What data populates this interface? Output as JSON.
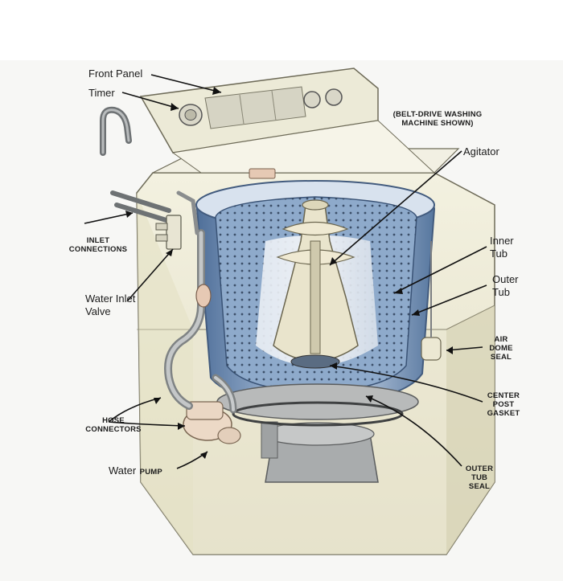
{
  "labels": {
    "front_panel": "Front Panel",
    "timer": "Timer",
    "note_line1": "(BELT-DRIVE WASHING",
    "note_line2": "MACHINE SHOWN)",
    "agitator": "Agitator",
    "inlet_line1": "INLET",
    "inlet_line2": "CONNECTIONS",
    "inner_tub_line1": "Inner",
    "inner_tub_line2": "Tub",
    "outer_tub_line1": "Outer",
    "outer_tub_line2": "Tub",
    "water_inlet_line1": "Water Inlet",
    "water_inlet_line2": "Valve",
    "air_dome_line1": "AIR",
    "air_dome_line2": "DOME",
    "air_dome_line3": "SEAL",
    "center_post_line1": "CENTER",
    "center_post_line2": "POST",
    "center_post_line3": "GASKET",
    "hose_line1": "HOSE",
    "hose_line2": "CONNECTORS",
    "water_pump_a": "Water",
    "water_pump_b": "PUMP",
    "outer_seal_line1": "OUTER",
    "outer_seal_line2": "TUB",
    "outer_seal_line3": "SEAL"
  },
  "colors": {
    "cabinet": "#efedd8",
    "cabinet_shade": "#ddd9bf",
    "tub_blue": "#6f8fb6",
    "tub_light": "#b9cbe0",
    "outline": "#55554a",
    "leader": "#111111"
  }
}
